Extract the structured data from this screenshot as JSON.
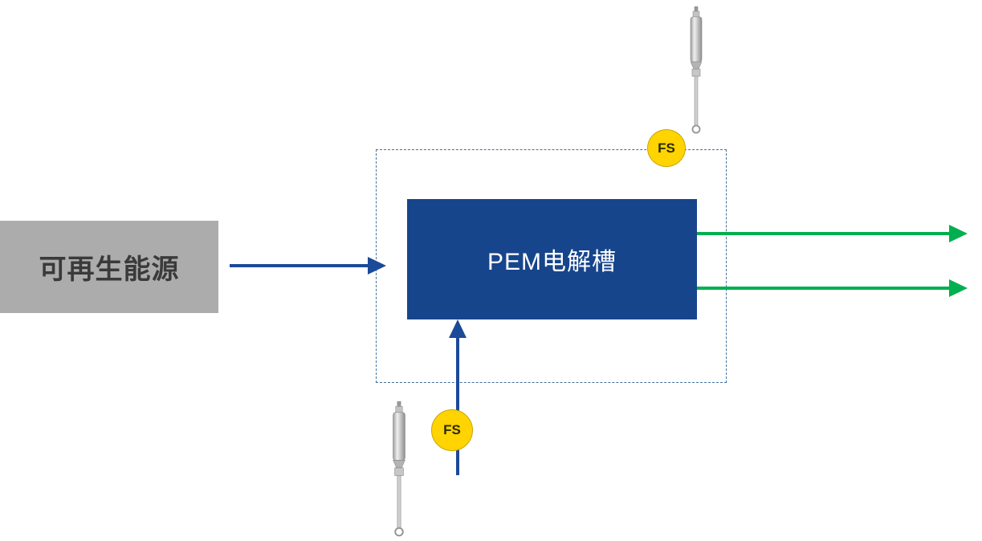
{
  "diagram": {
    "title": "PEM electrolyzer flow diagram",
    "source_box": {
      "label": "可再生能源"
    },
    "electrolyzer_box": {
      "label": "PEM电解槽"
    },
    "sensors": {
      "top": {
        "badge": "FS",
        "icon": "flow-sensor-icon"
      },
      "bottom": {
        "badge": "FS",
        "icon": "flow-sensor-icon"
      }
    },
    "arrows": {
      "input_arrow": "renewable-energy-to-electrolyzer",
      "output_arrow_1": "electrolyzer-output-top",
      "output_arrow_2": "electrolyzer-output-bottom",
      "feed_arrow": "bottom-feed-into-electrolyzer"
    },
    "colors": {
      "electrolyzer_blue": "#17458C",
      "arrow_blue": "#1B4A99",
      "output_green": "#00B050",
      "source_gray": "#ACACAC",
      "badge_yellow": "#FFD400",
      "boundary_dash_blue": "#41719C"
    }
  }
}
